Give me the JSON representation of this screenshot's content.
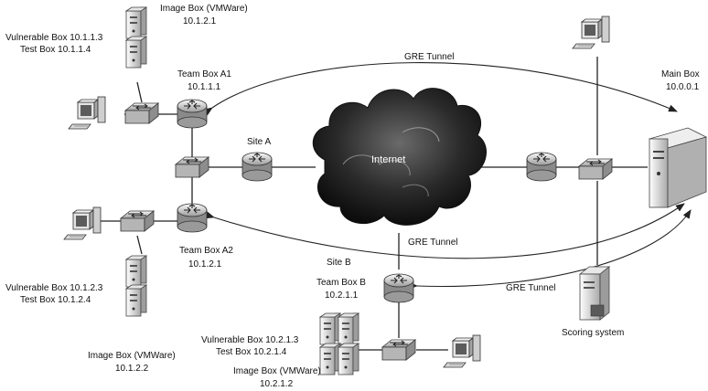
{
  "labels": {
    "image_box_a1_title": "Image Box (VMWare)",
    "image_box_a1_ip": "10.1.2.1",
    "vuln_box_a1": "Vulnerable Box 10.1.1.3",
    "test_box_a1": "Test Box 10.1.1.4",
    "team_box_a1_title": "Team Box A1",
    "team_box_a1_ip": "10.1.1.1",
    "site_a": "Site A",
    "team_box_a2_title": "Team Box A2",
    "team_box_a2_ip": "10.1.2.1",
    "vuln_box_a2": "Vulnerable Box 10.1.2.3",
    "test_box_a2": "Test Box 10.1.2.4",
    "image_box_a2_title": "Image Box (VMWare)",
    "image_box_a2_ip": "10.1.2.2",
    "internet": "Internet",
    "gre_tunnel_top": "GRE Tunnel",
    "gre_tunnel_mid": "GRE Tunnel",
    "gre_tunnel_right": "GRE Tunnel",
    "site_b": "Site B",
    "team_box_b_title": "Team Box B",
    "team_box_b_ip": "10.2.1.1",
    "vuln_box_b": "Vulnerable Box 10.2.1.3",
    "test_box_b": "Test Box 10.2.1.4",
    "image_box_b_title": "Image Box (VMWare)",
    "image_box_b_ip": "10.2.1.2",
    "main_box_title": "Main Box",
    "main_box_ip": "10.0.0.1",
    "scoring_system": "Scoring system"
  },
  "icons": {
    "router": "router-icon",
    "switch": "switch-icon",
    "server": "server-icon",
    "workstation": "workstation-icon",
    "cloud": "cloud-icon"
  },
  "colors": {
    "device_light": "#f2f2f2",
    "device_dark": "#777777",
    "cloud_dark": "#1c1c1c",
    "line": "#222222"
  }
}
